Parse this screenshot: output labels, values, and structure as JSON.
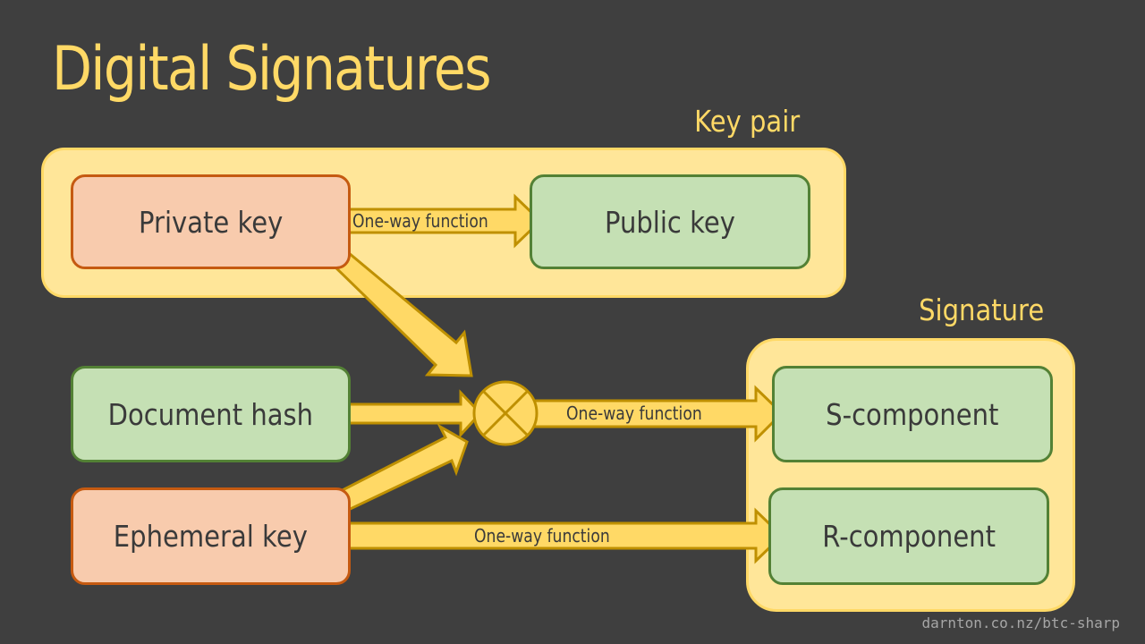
{
  "title": "Digital Signatures",
  "groups": {
    "key_pair": "Key pair",
    "signature": "Signature"
  },
  "nodes": {
    "private_key": "Private key",
    "public_key": "Public key",
    "document_hash": "Document hash",
    "ephemeral_key": "Ephemeral key",
    "s_component": "S-component",
    "r_component": "R-component"
  },
  "arrows": {
    "private_to_public": "One-way function",
    "combine_to_s": "One-way function",
    "ephemeral_to_r": "One-way function"
  },
  "combiner_symbol": "multiply-circle",
  "footer": "darnton.co.nz/btc-sharp",
  "colors": {
    "background": "#3f3f3f",
    "accent": "#ffd966",
    "group_fill": "#ffe699",
    "arrow_fill": "#ffd966",
    "arrow_stroke": "#bf9000",
    "secret_fill": "#f8cbad",
    "secret_border": "#c55a11",
    "public_fill": "#c5e0b4",
    "public_border": "#538135"
  }
}
